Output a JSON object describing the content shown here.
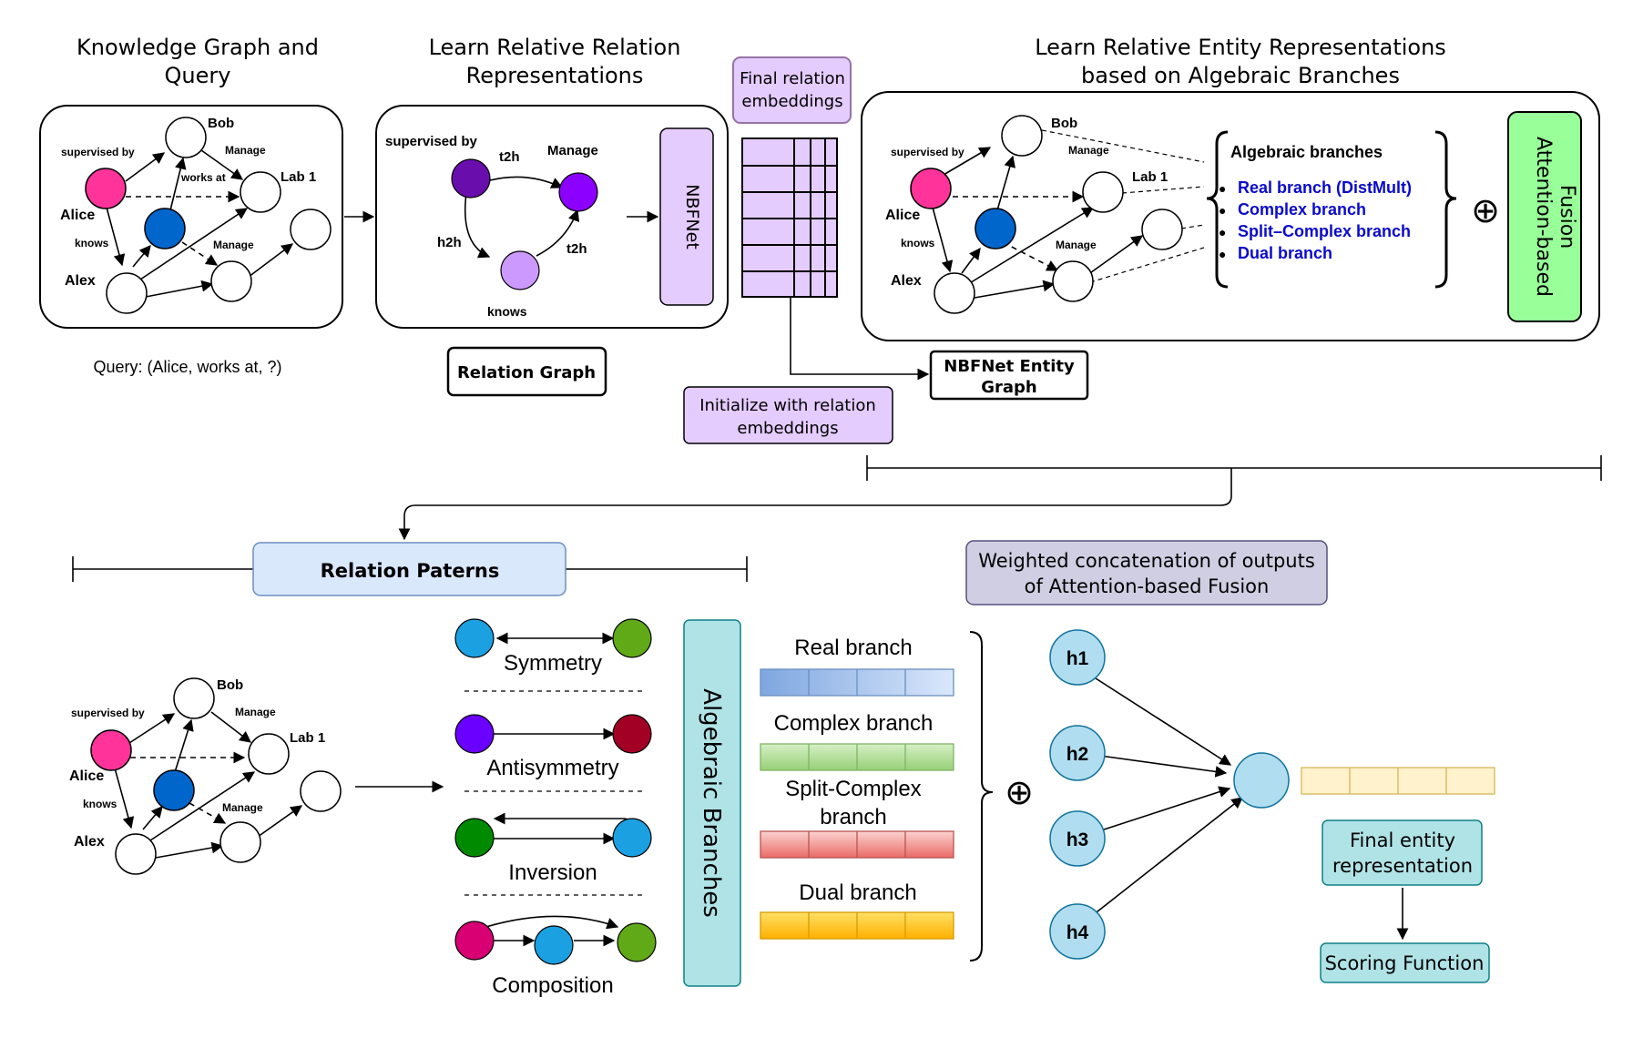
{
  "titles": {
    "kg_line1": "Knowledge Graph and",
    "kg_line2": "Query",
    "rel_line1": "Learn Relative Relation",
    "rel_line2": "Representations",
    "ent_line1": "Learn Relative Entity Representations",
    "ent_line2": "based on Algebraic Branches"
  },
  "kg": {
    "bob": "Bob",
    "alice": "Alice",
    "alex": "Alex",
    "lab1": "Lab 1",
    "supervised_by": "supervised by",
    "manage": "Manage",
    "works_at": "works at",
    "knows": "knows",
    "query": "Query: (Alice, works at, ?)"
  },
  "relgraph": {
    "supervised_by": "supervised by",
    "manage": "Manage",
    "knows": "knows",
    "t2h": "t2h",
    "h2h": "h2h",
    "nbfnet": "NBFNet",
    "label": "Relation Graph"
  },
  "final_rel": {
    "line1": "Final relation",
    "line2": "embeddings"
  },
  "init": {
    "line1": "Initialize with relation",
    "line2": "embeddings"
  },
  "entity_graph": {
    "line1": "NBFNet Entity",
    "line2": "Graph"
  },
  "alg_list": {
    "title": "Algebraic branches",
    "items": [
      "Real branch (DistMult)",
      "Complex branch",
      "Split–Complex branch",
      "Dual branch"
    ],
    "item_color": "#0a0acc"
  },
  "symbols": {
    "oplus": "⊕"
  },
  "attention": {
    "line1": "Attention-based",
    "line2": "Fusion"
  },
  "patterns": {
    "header": "Relation Paterns",
    "items": [
      "Symmetry",
      "Antisymmetry",
      "Inversion",
      "Composition"
    ]
  },
  "alg_branches_label": "Algebraic Branches",
  "branches": {
    "real": "Real branch",
    "complex": "Complex branch",
    "split_line1": "Split-Complex",
    "split_line2": "branch",
    "dual": "Dual branch"
  },
  "weighted": {
    "line1": "Weighted concatenation of outputs",
    "line2": "of Attention-based Fusion"
  },
  "hnodes": [
    "h1",
    "h2",
    "h3",
    "h4"
  ],
  "final_entity": {
    "line1": "Final entity",
    "line2": "representation"
  },
  "scoring": "Scoring Function",
  "colors": {
    "alice_pink": "#ff3399",
    "mid_blue": "#0066cc",
    "purple_dark": "#6a0dad",
    "purple_mid": "#8b00ff",
    "purple_light": "#cc99ff",
    "lavender_box": "#e5ccff",
    "attention_green": "#99ff99",
    "pattern_header": "#dae8fc",
    "weighted_box": "#d0cee2",
    "teal_box": "#b0e3e6",
    "hnode": "#b1ddf0",
    "real_bar": "#a9c4eb",
    "complex_bar": "#b9e0a5",
    "split_bar": "#f19c99",
    "dual_bar": "#ffcd28",
    "out_bar": "#fff2cc"
  }
}
